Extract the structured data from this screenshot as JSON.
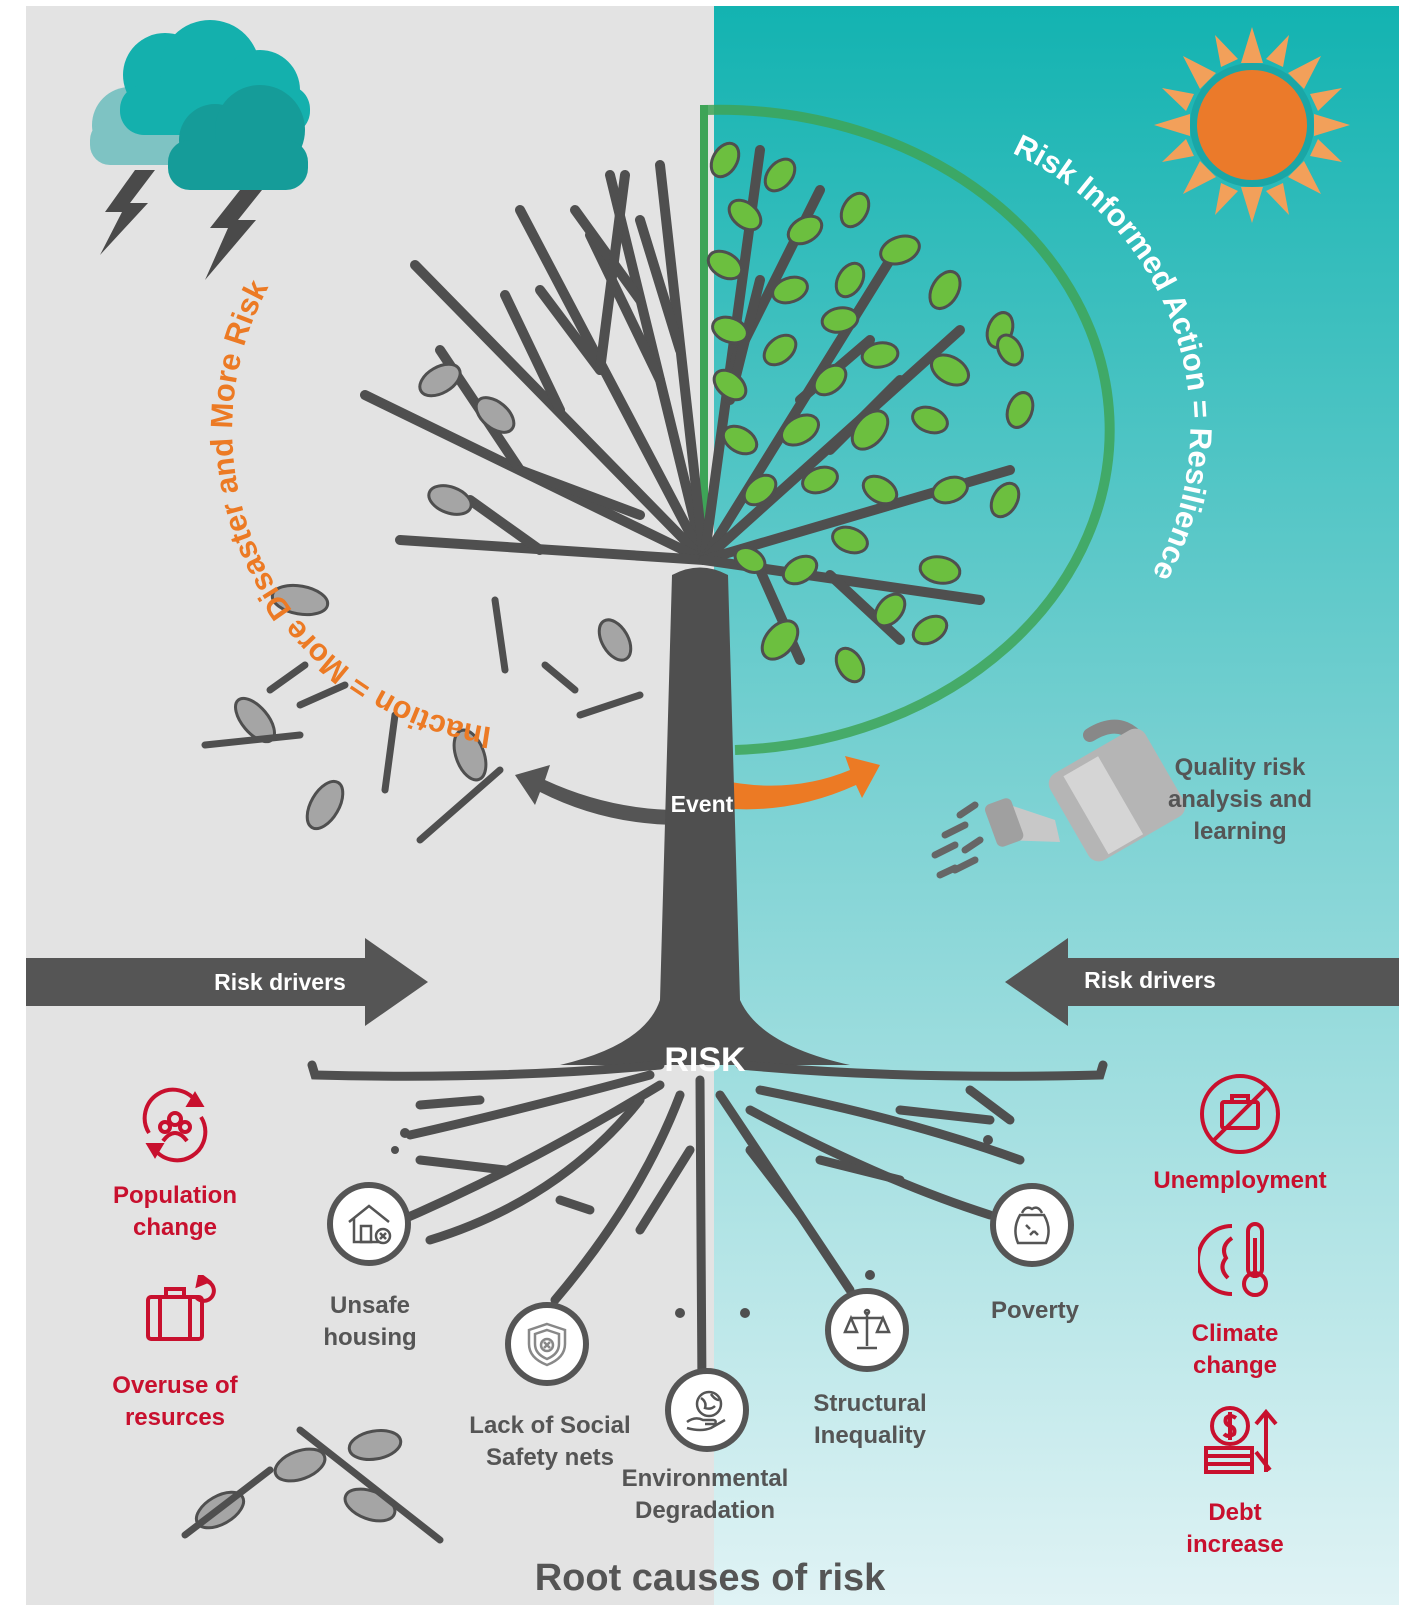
{
  "colors": {
    "left_bg": "#e3e3e3",
    "right_bg_top": "#13b3b1",
    "right_bg_bottom": "#e0f3f5",
    "tree": "#4f4f4f",
    "accent_orange": "#ec7a24",
    "leaf_green": "#6cbf3f",
    "arc_green": "#3ea457",
    "red_labels": "#c8102e"
  },
  "arc_left_text": "Inaction = More Disaster and More Risk",
  "arc_right_text": "Risk Informed Action = Resilience",
  "event_label": "Event",
  "risk_label": "RISK",
  "risk_drivers_left": "Risk drivers",
  "risk_drivers_right": "Risk drivers",
  "quality_label": "Quality risk\nanalysis and\nlearning",
  "root_causes": [
    {
      "label": "Unsafe\nhousing",
      "icon": "house-icon"
    },
    {
      "label": "Lack of Social\nSafety nets",
      "icon": "shield-icon"
    },
    {
      "label": "Environmental\nDegradation",
      "icon": "globe-hand-icon"
    },
    {
      "label": "Structural\nInequality",
      "icon": "scales-icon"
    },
    {
      "label": "Poverty",
      "icon": "purse-icon"
    }
  ],
  "drivers_left": [
    {
      "label": "Population\nchange",
      "icon": "population-cycle-icon"
    },
    {
      "label": "Overuse of\nresurces",
      "icon": "suitcase-cycle-icon"
    }
  ],
  "drivers_right": [
    {
      "label": "Unemployment",
      "icon": "no-work-icon"
    },
    {
      "label": "Climate\nchange",
      "icon": "globe-thermometer-icon"
    },
    {
      "label": "Debt\nincrease",
      "icon": "coins-increase-icon"
    }
  ],
  "footer_title": "Root causes of risk"
}
